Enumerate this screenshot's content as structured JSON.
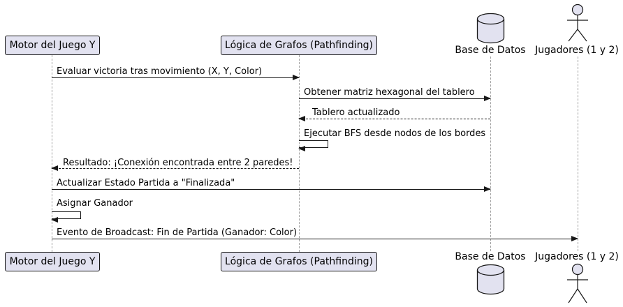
{
  "diagram": {
    "type": "uml-sequence-diagram",
    "background": "#FFFFFF",
    "colors": {
      "participant_fill": "#E2E2F0",
      "participant_border": "#181818",
      "arrow": "#181818",
      "lifeline": "#A0A0A0",
      "text": "#000000"
    }
  },
  "participants": [
    {
      "id": "motor",
      "label": "Motor del Juego Y",
      "kind": "participant"
    },
    {
      "id": "logica",
      "label": "Lógica de Grafos (Pathfinding)",
      "kind": "participant"
    },
    {
      "id": "bd",
      "label": "Base de Datos",
      "kind": "database"
    },
    {
      "id": "jugadores",
      "label": "Jugadores (1 y 2)",
      "kind": "actor"
    }
  ],
  "messages": [
    {
      "seq": 1,
      "text": "Evaluar victoria tras movimiento (X, Y, Color)",
      "from": "motor",
      "to": "logica",
      "line": "solid"
    },
    {
      "seq": 2,
      "text": "Obtener matriz hexagonal del tablero",
      "from": "logica",
      "to": "bd",
      "line": "solid"
    },
    {
      "seq": 3,
      "text": "Tablero actualizado",
      "from": "bd",
      "to": "logica",
      "line": "dashed"
    },
    {
      "seq": 4,
      "text": "Ejecutar BFS desde nodos de los bordes",
      "from": "logica",
      "to": "logica",
      "line": "self"
    },
    {
      "seq": 5,
      "text": "Resultado: ¡Conexión encontrada entre 2 paredes!",
      "from": "logica",
      "to": "motor",
      "line": "dashed"
    },
    {
      "seq": 6,
      "text": "Actualizar Estado Partida a \"Finalizada\"",
      "from": "motor",
      "to": "bd",
      "line": "solid"
    },
    {
      "seq": 7,
      "text": "Asignar Ganador",
      "from": "motor",
      "to": "motor",
      "line": "self"
    },
    {
      "seq": 8,
      "text": "Evento de Broadcast: Fin de Partida (Ganador: Color)",
      "from": "motor",
      "to": "jugadores",
      "line": "solid"
    }
  ]
}
